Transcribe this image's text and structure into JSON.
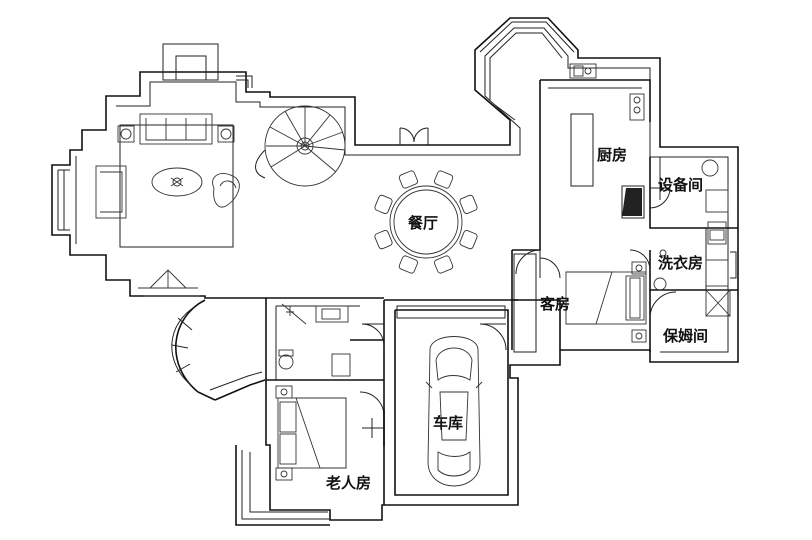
{
  "rooms": {
    "kitchen": "厨房",
    "equipment": "设备间",
    "dining": "餐厅",
    "laundry": "洗衣房",
    "guest": "客房",
    "maid": "保姆间",
    "garage": "车库",
    "elder": "老人房"
  }
}
